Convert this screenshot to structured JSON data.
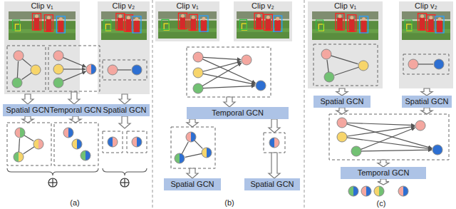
{
  "diagram": {
    "nodes": [
      {
        "text": [
          "Clip v₁"
        ]
      },
      {
        "text": [
          "Clip v₂"
        ]
      },
      {
        "text": [
          "Spatial GCN"
        ]
      },
      {
        "text": [
          "Temporal GCN"
        ]
      },
      {
        "text": [
          "Spatial GCN"
        ]
      },
      {
        "text": [
          "Clip v₁"
        ]
      },
      {
        "text": [
          "Clip v₂"
        ]
      },
      {
        "text": [
          "Temporal GCN"
        ]
      },
      {
        "text": [
          "Spatial GCN"
        ]
      },
      {
        "text": [
          "Spatial GCN"
        ]
      },
      {
        "text": [
          "Clip v₁"
        ]
      },
      {
        "text": [
          "Clip v₂"
        ]
      },
      {
        "text": [
          "Spatial GCN"
        ]
      },
      {
        "text": [
          "Spatial GCN"
        ]
      },
      {
        "text": [
          "Temporal GCN"
        ]
      }
    ],
    "edges": [
      {
        "from": 0,
        "to": 2,
        "arrow": "to"
      },
      {
        "from": 1,
        "to": 4,
        "arrow": "to"
      },
      {
        "from": 10,
        "to": 12,
        "arrow": "to"
      },
      {
        "from": 11,
        "to": 13,
        "arrow": "to"
      }
    ],
    "labels": [
      "(a)",
      "(b)",
      "(c)"
    ]
  }
}
